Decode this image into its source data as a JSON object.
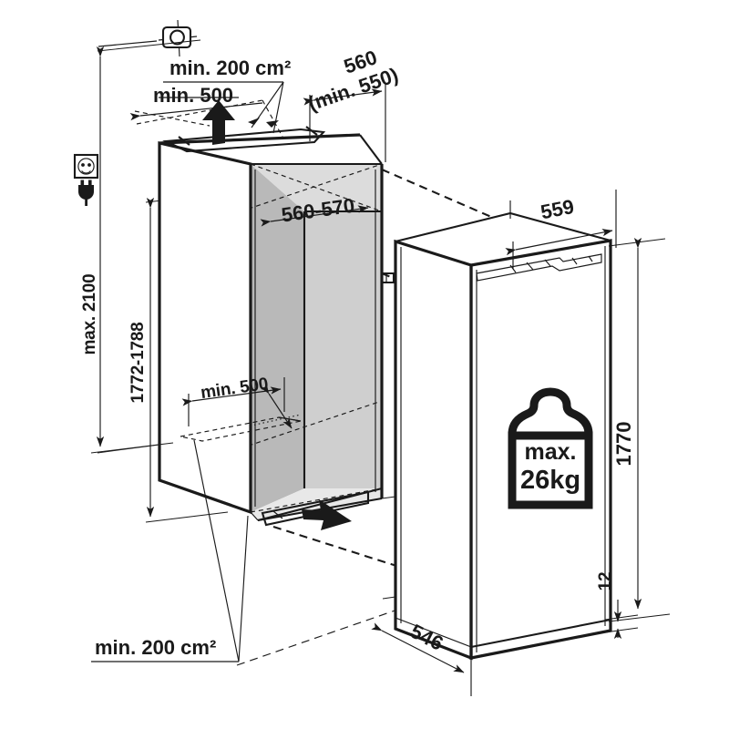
{
  "drawing": {
    "title": "Built-in refrigerator niche installation dimension drawing",
    "units": "mm",
    "line_color": "#1a1a1a",
    "background": "#ffffff"
  },
  "icons": {
    "target": "crosshair-target-icon",
    "socket": "wall-socket-icon",
    "plug": "power-plug-icon",
    "weight": "weight-max-load-icon",
    "air_arrow_up": "airflow-up-arrow-icon",
    "air_arrow_in": "airflow-in-arrow-icon"
  },
  "dimensions": {
    "vent_top": "min. 200 cm²",
    "clearance_top": "min. 500",
    "niche_depth_top": "560",
    "niche_depth_top_alt": "(min. 550)",
    "niche_width": "560-570",
    "height_max": "max. 2100",
    "niche_height": "1772-1788",
    "clearance_rear": "min. 500",
    "vent_bottom": "min. 200 cm²",
    "door_width": "559",
    "door_height": "1770",
    "door_depth": "546",
    "plinth_gap": "12"
  },
  "weight_label": {
    "line1": "max.",
    "line2": "26kg"
  }
}
